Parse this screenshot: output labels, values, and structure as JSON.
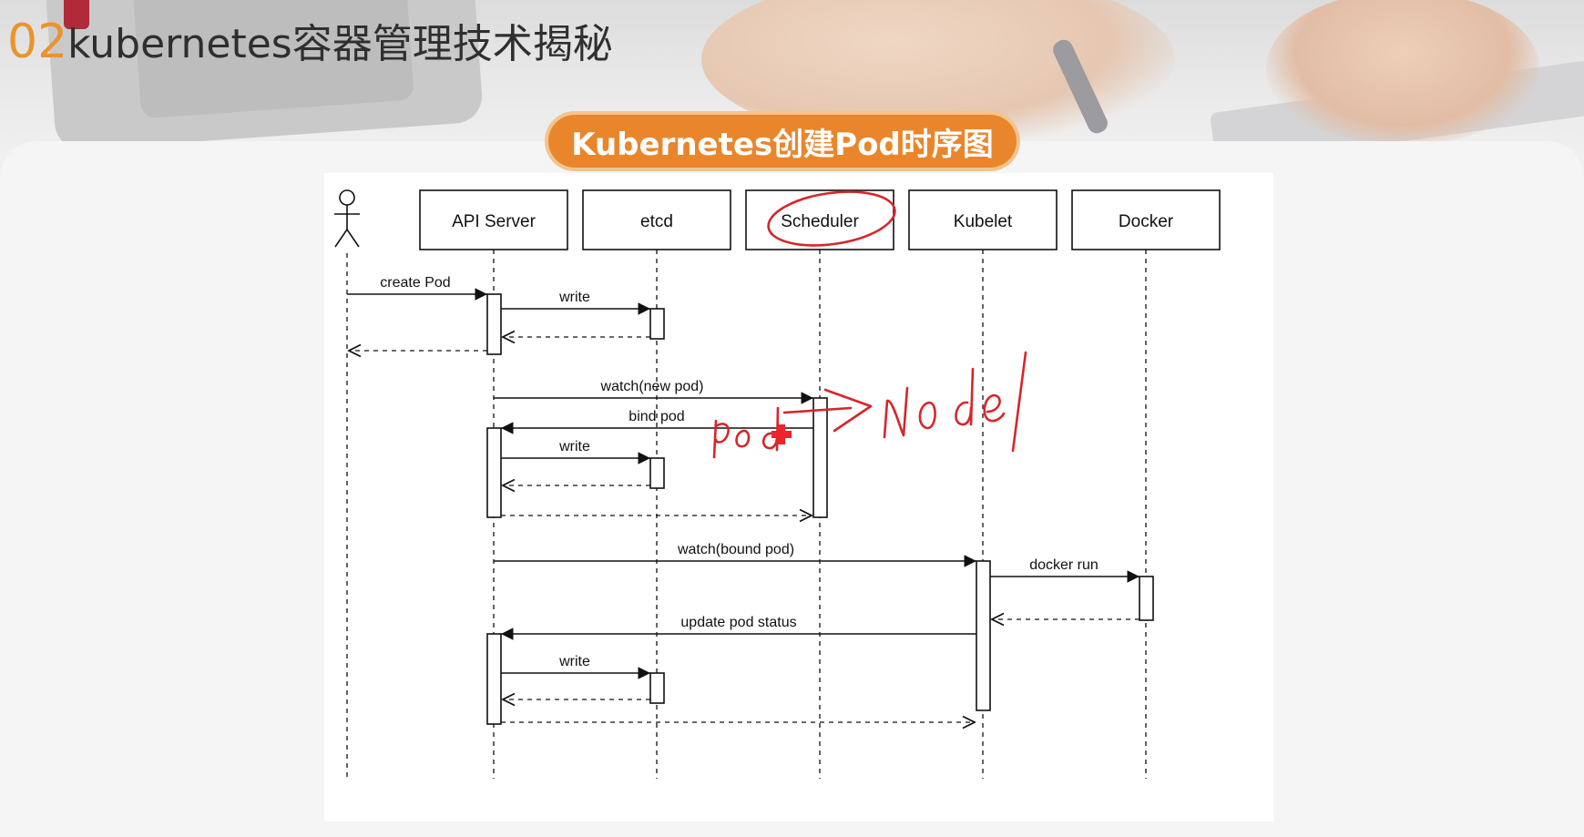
{
  "slide": {
    "number": "02",
    "title": "kubernetes容器管理技术揭秘",
    "subtitle": "Kubernetes创建Pod时序图"
  },
  "colors": {
    "accent": "#e9862c",
    "annotation": "#d6262b",
    "line": "#222222"
  },
  "diagram": {
    "actor_icon": "stick-figure-icon",
    "participants": [
      "API Server",
      "etcd",
      "Scheduler",
      "Kubelet",
      "Docker"
    ],
    "messages": {
      "create_pod": "create Pod",
      "write_1": "write",
      "watch_new_pod": "watch(new pod)",
      "bind_pod": "bind pod",
      "write_2": "write",
      "watch_bound_pod": "watch(bound pod)",
      "docker_run": "docker run",
      "update_pod_status": "update pod status",
      "write_3": "write"
    },
    "annotation": {
      "handwritten_text": "pod→node",
      "circled_participant": "Scheduler",
      "cursor_icon": "red-cross-cursor-icon"
    }
  }
}
